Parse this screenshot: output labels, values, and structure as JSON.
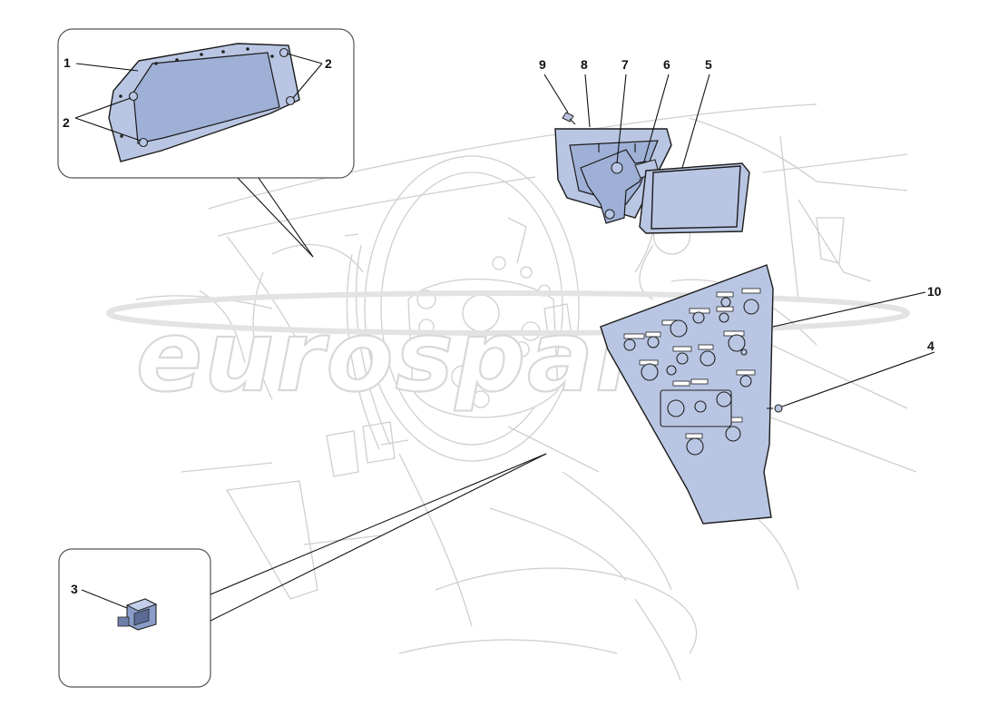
{
  "diagram": {
    "watermark": "eurospares",
    "callouts": [
      {
        "id": "1",
        "text": "1"
      },
      {
        "id": "2a",
        "text": "2"
      },
      {
        "id": "2b",
        "text": "2"
      },
      {
        "id": "3",
        "text": "3"
      },
      {
        "id": "4",
        "text": "4"
      },
      {
        "id": "5",
        "text": "5"
      },
      {
        "id": "6",
        "text": "6"
      },
      {
        "id": "7",
        "text": "7"
      },
      {
        "id": "8",
        "text": "8"
      },
      {
        "id": "9",
        "text": "9"
      },
      {
        "id": "10",
        "text": "10"
      }
    ],
    "colors": {
      "part_fill": "#b9c6e3",
      "background_lines": "#cfcfcf",
      "leader_lines": "#111111"
    }
  }
}
